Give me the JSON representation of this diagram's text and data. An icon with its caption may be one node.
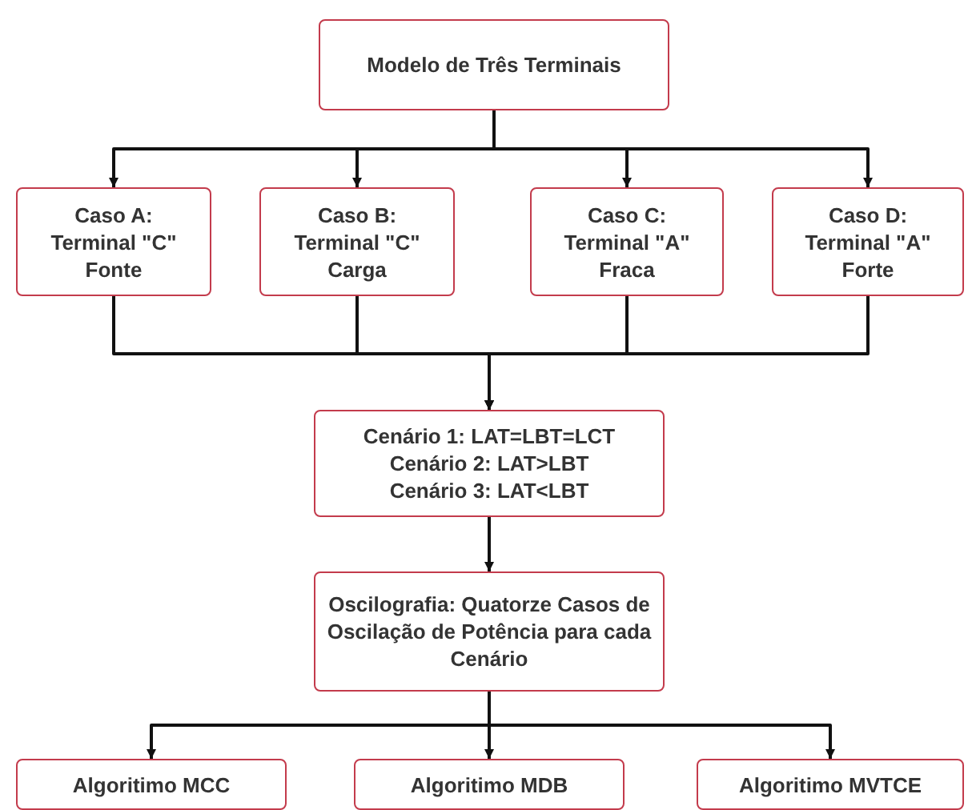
{
  "diagram": {
    "nodes": [
      {
        "text": [
          "Modelo de Três Terminais"
        ]
      },
      {
        "text": [
          "Caso A: Terminal \"C\" Fonte"
        ]
      },
      {
        "text": [
          "Caso B: Terminal \"C\" Carga"
        ]
      },
      {
        "text": [
          "Caso C: Terminal \"A\" Fraca"
        ]
      },
      {
        "text": [
          "Caso D: Terminal \"A\" Forte"
        ]
      },
      {
        "text": [
          "Cenário 1: LAT=LBT=LCT",
          "Cenário 2: LAT>LBT",
          "Cenário 3: LAT<LBT"
        ]
      },
      {
        "text": [
          "Oscilografia: Quatorze Casos de Oscilação de Potência para cada Cenário"
        ]
      },
      {
        "text": [
          "Algoritimo MCC"
        ]
      },
      {
        "text": [
          "Algoritimo MDB"
        ]
      },
      {
        "text": [
          "Algoritimo MVTCE"
        ]
      }
    ],
    "edges": [
      {
        "from": 0,
        "to": 1,
        "arrow": "to"
      },
      {
        "from": 0,
        "to": 2,
        "arrow": "to"
      },
      {
        "from": 0,
        "to": 3,
        "arrow": "to"
      },
      {
        "from": 0,
        "to": 4,
        "arrow": "to"
      },
      {
        "from": 1,
        "to": 5,
        "arrow": "to"
      },
      {
        "from": 2,
        "to": 5,
        "arrow": "to"
      },
      {
        "from": 3,
        "to": 5,
        "arrow": "to"
      },
      {
        "from": 4,
        "to": 5,
        "arrow": "to"
      },
      {
        "from": 5,
        "to": 6,
        "arrow": "to"
      },
      {
        "from": 6,
        "to": 7,
        "arrow": "to"
      },
      {
        "from": 6,
        "to": 8,
        "arrow": "to"
      },
      {
        "from": 6,
        "to": 9,
        "arrow": "to"
      }
    ]
  }
}
